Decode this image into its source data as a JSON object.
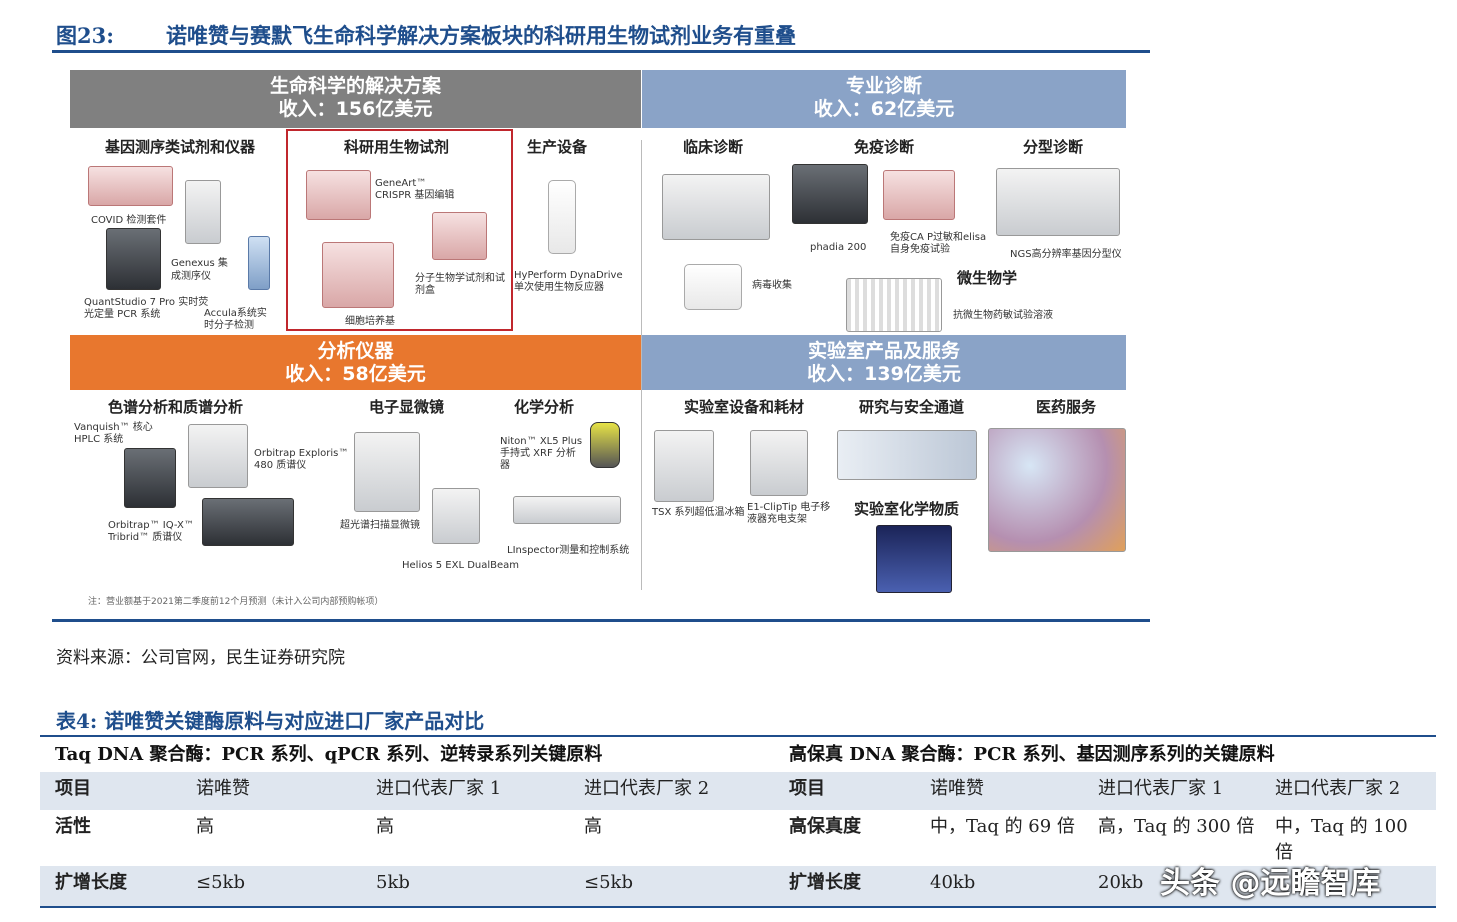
{
  "figure": {
    "number": "图23:",
    "title": "诺唯赞与赛默飞生命科学解决方案板块的科研用生物试剂业务有重叠"
  },
  "bands": {
    "life_science": {
      "name": "生命科学的解决方案",
      "revenue": "收入：156亿美元"
    },
    "diagnostics": {
      "name": "专业诊断",
      "revenue": "收入：62亿美元"
    },
    "analytical": {
      "name": "分析仪器",
      "revenue": "收入：58亿美元"
    },
    "lab_products": {
      "name": "实验室产品及服务",
      "revenue": "收入：139亿美元"
    }
  },
  "sections": {
    "gene_seq": "基因测序类试剂和仪器",
    "research_reagents": "科研用生物试剂",
    "production": "生产设备",
    "clinical": "临床诊断",
    "immuno": "免疫诊断",
    "typing": "分型诊断",
    "micro": "微生物学",
    "chromatography": "色谱分析和质谱分析",
    "em": "电子显微镜",
    "chemical": "化学分析",
    "lab_equipment": "实验室设备和耗材",
    "research_safety": "研究与安全通道",
    "pharma": "医药服务",
    "lab_chem": "实验室化学物质"
  },
  "captions": {
    "covid": "COVID 检测套件",
    "genexus_1": "Genexus 集",
    "genexus_2": "成测序仪",
    "quantstudio_1": "QuantStudio 7 Pro 实时荧",
    "quantstudio_2": "光定量 PCR 系统",
    "accula_1": "Accula系统实",
    "accula_2": "时分子检测",
    "geneart_1": "GeneArt™",
    "geneart_2": "CRISPR 基因编辑",
    "molbio_1": "分子生物学试剂和试",
    "molbio_2": "剂盒",
    "cell_culture": "细胞培养基",
    "hyperform_1": "HyPerform DynaDrive",
    "hyperform_2": "单次使用生物反应器",
    "phadia": "phadia 200",
    "immuno_kit_1": "免疫CA P过敏和elisa",
    "immuno_kit_2": "自身免疫试验",
    "ngs": "NGS高分辨率基因分型仪",
    "virus": "病毒收集",
    "antibiotic": "抗微生物药敏试验溶液",
    "vanquish_1": "Vanquish™ 核心",
    "vanquish_2": "HPLC 系统",
    "orbitrap480_1": "Orbitrap Exploris™",
    "orbitrap480_2": "480 质谱仪",
    "tribrid_1": "Orbitrap™ IQ-X™",
    "tribrid_2": "Tribrid™ 质谱仪",
    "ultra_em": "超光谱扫描显微镜",
    "helios": "Helios 5 EXL DualBeam",
    "niton_1": "Niton™ XL5 Plus",
    "niton_2": "手持式 XRF 分析",
    "niton_3": "器",
    "linspector": "LInspector测量和控制系统",
    "tsx": "TSX 系列超低温冰箱",
    "e1clip_1": "E1-ClipTip 电子移",
    "e1clip_2": "液器充电支架"
  },
  "note": "注：营业额基于2021第二季度前12个月预测（未计入公司内部预购帐项）",
  "source": "资料来源：公司官网，民生证券研究院",
  "table": {
    "title": "表4: 诺唯赞关键酶原料与对应进口厂家产品对比",
    "left_header": "Taq DNA 聚合酶：PCR 系列、qPCR 系列、逆转录系列关键原料",
    "right_header": "高保真 DNA 聚合酶：PCR 系列、基因测序系列的关键原料",
    "columns": [
      "项目",
      "诺唯赞",
      "进口代表厂家 1",
      "进口代表厂家 2",
      "项目",
      "诺唯赞",
      "进口代表厂家 1",
      "进口代表厂家 2"
    ],
    "rows": [
      [
        "活性",
        "高",
        "高",
        "高",
        "高保真度",
        "中，Taq 的 69 倍",
        "高，Taq 的 300 倍",
        "中，Taq 的 100 倍"
      ],
      [
        "扩增长度",
        "≤5kb",
        "5kb",
        "≤5kb",
        "扩增长度",
        "40kb",
        "20kb",
        ""
      ]
    ]
  },
  "watermark": "头条 @远瞻智库"
}
